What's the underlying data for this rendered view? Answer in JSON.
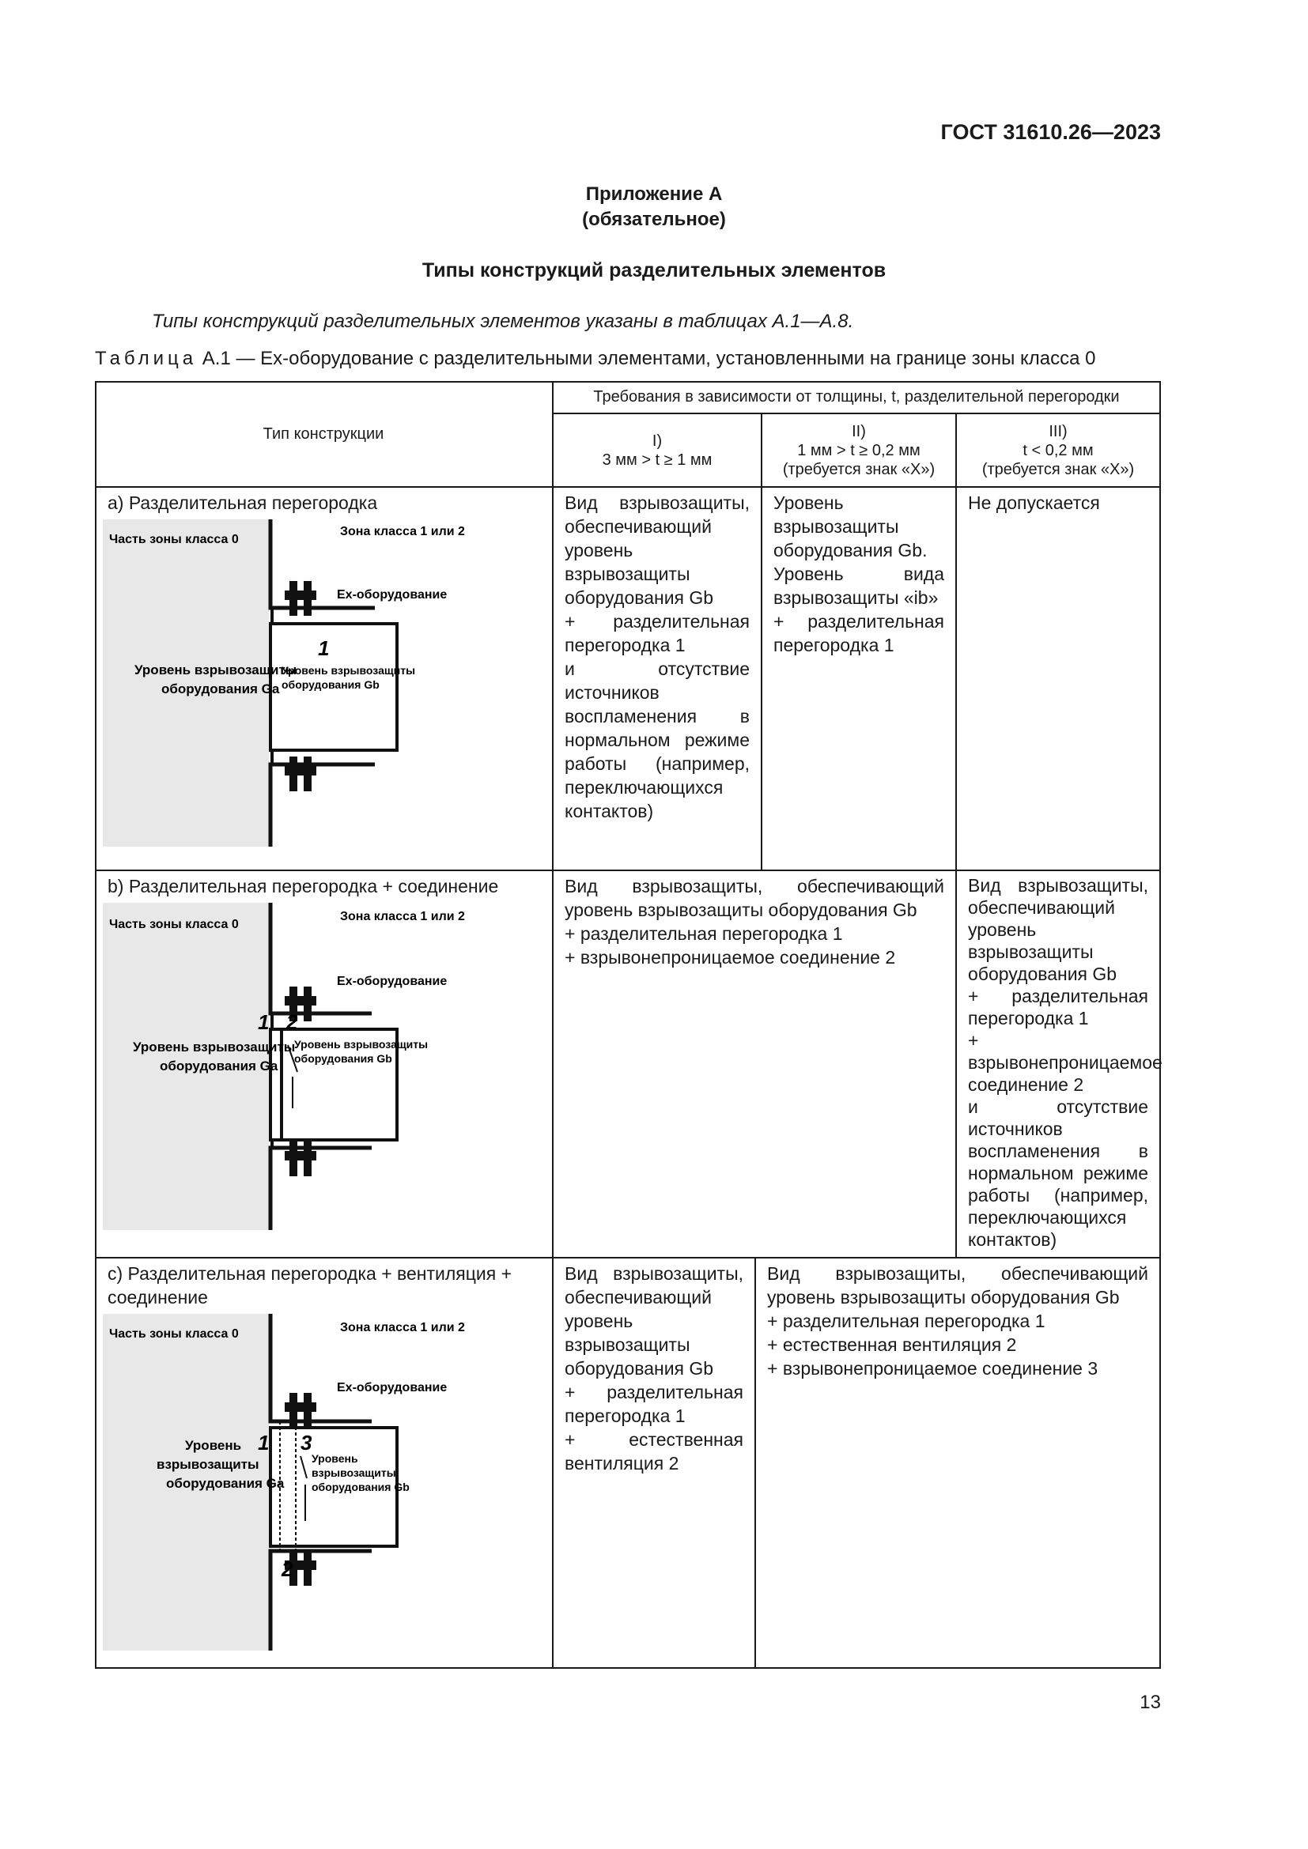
{
  "header": {
    "standard": "ГОСТ 31610.26—2023"
  },
  "annex": {
    "title": "Приложение А",
    "status": "(обязательное)",
    "heading": "Типы конструкций разделительных элементов"
  },
  "intro": "Типы конструкций разделительных элементов указаны в таблицах А.1—А.8.",
  "table_caption": {
    "label": "Таблица",
    "text": " А.1 — Ex-оборудование с разделительными элементами, установленными на границе зоны класса 0"
  },
  "table": {
    "col_type_header": "Тип конструкции",
    "req_header": "Требования в зависимости от толщины, t, разделительной перегородки",
    "col1": {
      "num": "I)",
      "cond": "3 мм > t ≥ 1 мм",
      "note": ""
    },
    "col2": {
      "num": "II)",
      "cond": "1 мм > t ≥ 0,2 мм",
      "note": "(требуется знак «X»)"
    },
    "col3": {
      "num": "III)",
      "cond": "t < 0,2 мм",
      "note": "(требуется знак «X»)"
    },
    "row_a": {
      "title": "a)  Разделительная перегородка",
      "col1": [
        "Вид взрывозащиты, обеспечивающий уровень взрывозащиты оборудования Gb",
        "+ разделительная перегородка 1",
        "и отсутствие источников воспламенения в нормальном режиме работы (например, переключающихся контактов)"
      ],
      "col2": [
        "Уровень взрывозащиты оборудования Gb.",
        "Уровень вида взрывозащиты «ib»",
        "+ разделительная перегородка 1"
      ],
      "col3": "Не допускается"
    },
    "row_b": {
      "title": "b)  Разделительная перегородка + соединение",
      "col12": [
        "Вид взрывозащиты, обеспечивающий уровень взрывозащиты оборудования Gb",
        "+ разделительная перегородка 1",
        "+ взрывонепроницаемое соединение 2"
      ],
      "col3": [
        "Вид взрывозащиты, обеспечивающий уровень взрывозащиты оборудования Gb",
        "+ разделительная перегородка 1",
        "+ взрывонепроницаемое соединение 2",
        "и отсутствие источников воспламенения в нормальном режиме работы (например, переключающихся контактов)"
      ]
    },
    "row_c": {
      "title": "c)  Разделительная перегородка + вентиляция + соединение",
      "col1": [
        "Вид взрывозащиты, обеспечивающий уровень взрывозащиты оборудования Gb",
        "+ разделительная перегородка 1",
        "+ естественная вентиляция 2"
      ],
      "col23": [
        "Вид взрывозащиты, обеспечивающий уровень взрывозащиты оборудования Gb",
        "+ разделительная перегородка 1",
        "+ естественная вентиляция 2",
        "+ взрывонепроницаемое соединение 3"
      ]
    }
  },
  "diagram": {
    "zone0": "Часть зоны класса 0",
    "zone12": "Зона класса 1 или 2",
    "ex": "Ex-оборудование",
    "ga_line1": "Уровень взрывозащиты",
    "ga_line2": "оборудования Ga",
    "ga_c1": "Уровень",
    "ga_c2": "взрывозащиты",
    "ga_c3": "оборудования Ga",
    "gb_line1": "Уровень взрывозащиты",
    "gb_line2": "оборудования Gb",
    "gb_c1": "Уровень",
    "gb_c2": "взрывозащиты",
    "gb_c3": "оборудования Gb",
    "n1": "1",
    "n2": "2",
    "n3": "3"
  },
  "footer": {
    "page": "13"
  }
}
